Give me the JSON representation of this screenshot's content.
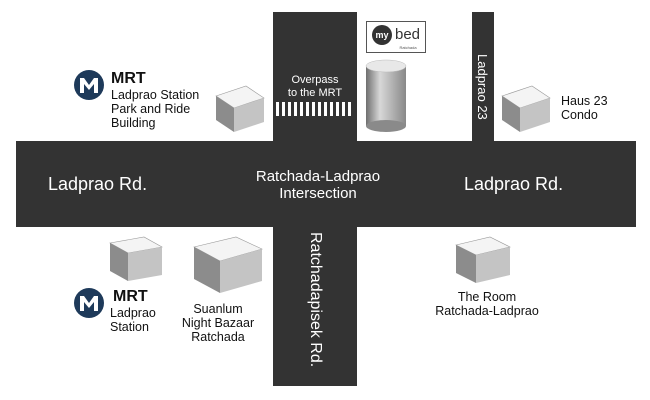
{
  "colors": {
    "road": "#333333",
    "road_text": "#ffffff",
    "mrt_badge": "#1e3a5a",
    "label_text": "#111111"
  },
  "roads": {
    "ladprao_left": "Ladprao Rd.",
    "ladprao_right": "Ladprao Rd.",
    "intersection": [
      "Ratchada-Ladprao",
      "Intersection"
    ],
    "ratchadapisek": "Ratchadapisek Rd.",
    "ladprao_23": "Ladprao 23"
  },
  "overpass": [
    "Overpass",
    "to the MRT"
  ],
  "brand": {
    "logo": "my",
    "name": "bed",
    "sub": "Ratchada"
  },
  "mrt": {
    "title": "MRT",
    "icon": "mrt-m-icon"
  },
  "places": {
    "ladprao_station_park": [
      "Ladprao Station",
      "Park and Ride",
      "Building"
    ],
    "ladprao_station": [
      "Ladprao",
      "Station"
    ],
    "suanlum": [
      "Suanlum",
      "Night Bazaar",
      "Ratchada"
    ],
    "the_room": [
      "The Room",
      "Ratchada-Ladprao"
    ],
    "haus_23": [
      "Haus 23",
      "Condo"
    ]
  }
}
